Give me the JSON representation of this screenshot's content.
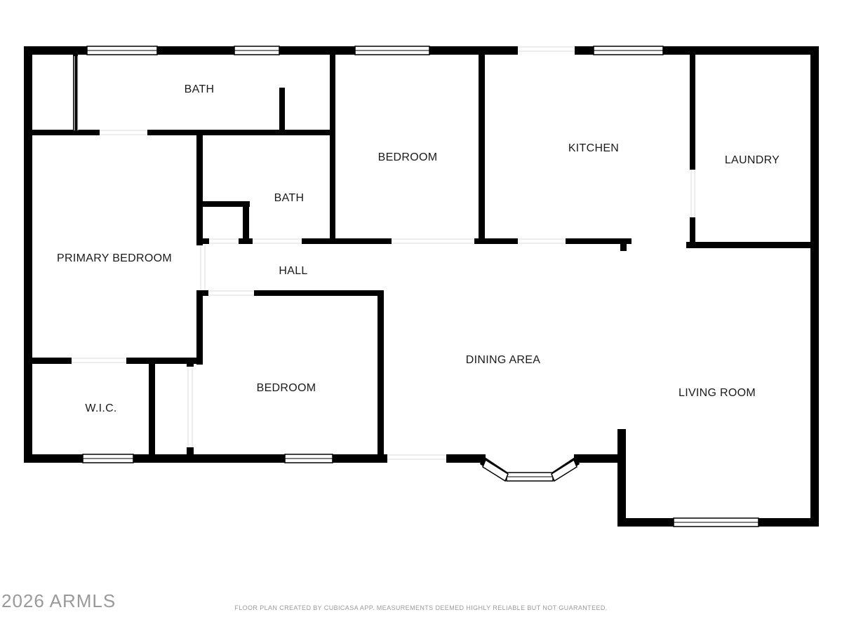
{
  "rooms": {
    "bath_top": "BATH",
    "bath_middle": "BATH",
    "bedroom_top": "BEDROOM",
    "kitchen": "KITCHEN",
    "laundry": "LAUNDRY",
    "primary_bedroom": "PRIMARY BEDROOM",
    "hall": "HALL",
    "dining_area": "DINING AREA",
    "living_room": "LIVING ROOM",
    "bedroom_bottom": "BEDROOM",
    "wic": "W.I.C."
  },
  "watermark": "2026 ARMLS",
  "credit": "FLOOR PLAN CREATED BY CUBICASA APP. MEASUREMENTS DEEMED HIGHLY RELIABLE BUT NOT GUARANTEED.",
  "colors": {
    "wall": "#000000",
    "text": "#1a1a1a",
    "watermark": "#9a9a9a",
    "background": "#ffffff"
  }
}
